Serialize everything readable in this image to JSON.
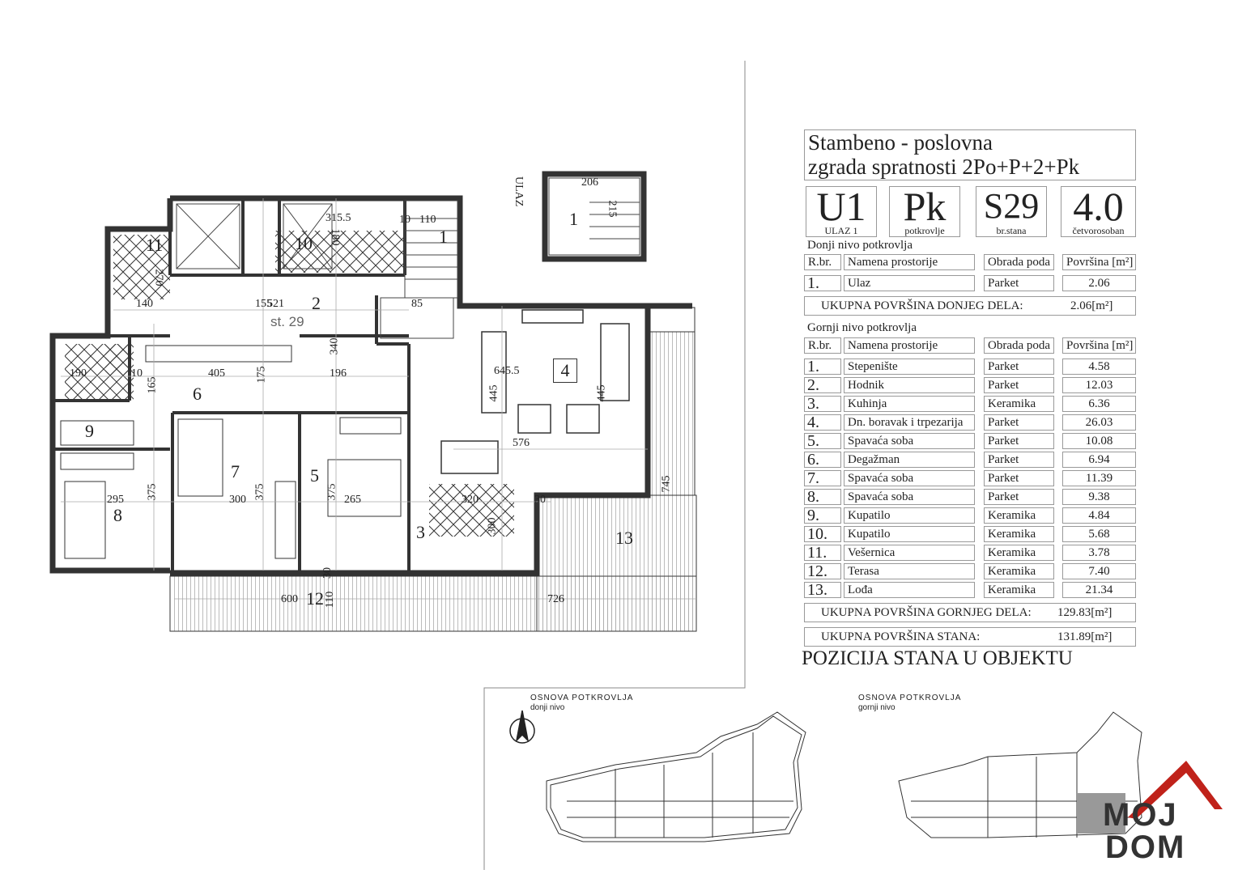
{
  "header": {
    "title_line1": "Stambeno - poslovna",
    "title_line2": "zgrada spratnosti 2Po+P+2+Pk"
  },
  "codes": [
    {
      "value": "U1",
      "sub": "ULAZ 1"
    },
    {
      "value": "Pk",
      "sub": "potkrovlje"
    },
    {
      "value": "S29",
      "sub": "br.stana"
    },
    {
      "value": "4.0",
      "sub": "četvorosoban"
    }
  ],
  "lower_level": {
    "title": "Donji nivo potkrovlja",
    "headers": [
      "R.br.",
      "Namena prostorije",
      "Obrada poda",
      "Površina [m²]"
    ],
    "rows": [
      {
        "no": "1.",
        "name": "Ulaz",
        "floor": "Parket",
        "area": "2.06"
      }
    ],
    "total_label": "UKUPNA POVRŠINA DONJEG DELA:",
    "total_value": "2.06[m²]"
  },
  "upper_level": {
    "title": "Gornji nivo potkrovlja",
    "headers": [
      "R.br.",
      "Namena prostorije",
      "Obrada poda",
      "Površina [m²]"
    ],
    "rows": [
      {
        "no": "1.",
        "name": "Stepenište",
        "floor": "Parket",
        "area": "4.58"
      },
      {
        "no": "2.",
        "name": "Hodnik",
        "floor": "Parket",
        "area": "12.03"
      },
      {
        "no": "3.",
        "name": "Kuhinja",
        "floor": "Keramika",
        "area": "6.36"
      },
      {
        "no": "4.",
        "name": "Dn. boravak i trpezarija",
        "floor": "Parket",
        "area": "26.03"
      },
      {
        "no": "5.",
        "name": "Spavaća soba",
        "floor": "Parket",
        "area": "10.08"
      },
      {
        "no": "6.",
        "name": "Degažman",
        "floor": "Parket",
        "area": "6.94"
      },
      {
        "no": "7.",
        "name": "Spavaća soba",
        "floor": "Parket",
        "area": "11.39"
      },
      {
        "no": "8.",
        "name": "Spavaća soba",
        "floor": "Parket",
        "area": "9.38"
      },
      {
        "no": "9.",
        "name": "Kupatilo",
        "floor": "Keramika",
        "area": "4.84"
      },
      {
        "no": "10.",
        "name": "Kupatilo",
        "floor": "Keramika",
        "area": "5.68"
      },
      {
        "no": "11.",
        "name": "Vešernica",
        "floor": "Keramika",
        "area": "3.78"
      },
      {
        "no": "12.",
        "name": "Terasa",
        "floor": "Keramika",
        "area": "7.40"
      },
      {
        "no": "13.",
        "name": "Lođa",
        "floor": "Keramika",
        "area": "21.34"
      }
    ],
    "total_label": "UKUPNA POVRŠINA GORNJEG DELA:",
    "total_value": "129.83[m²]"
  },
  "apartment_total": {
    "label": "UKUPNA POVRŠINA STANA:",
    "value": "131.89[m²]"
  },
  "position": {
    "title": "POZICIJA STANA U OBJEKTU",
    "plan_left_title": "OSNOVA POTKROVLJA",
    "plan_left_sub": "donji nivo",
    "plan_right_title": "OSNOVA POTKROVLJA",
    "plan_right_sub": "gornji nivo"
  },
  "floorplan": {
    "entry_label": "ULAZ",
    "apartment_tag": "st. 29",
    "rooms": [
      "1",
      "1",
      "2",
      "3",
      "4",
      "5",
      "6",
      "7",
      "8",
      "9",
      "10",
      "11",
      "12",
      "13"
    ],
    "dimensions": [
      "206",
      "215",
      "315.5",
      "180",
      "110",
      "10",
      "270",
      "140",
      "155",
      "521",
      "340",
      "85",
      "645.5",
      "445",
      "445",
      "190",
      "10",
      "165",
      "405",
      "175",
      "196",
      "576",
      "295",
      "375",
      "300",
      "375",
      "375",
      "265",
      "320",
      "300",
      "30",
      "745",
      "600",
      "110",
      "726",
      "30"
    ]
  },
  "logo": {
    "line1": "MOJ",
    "line2": "DOM"
  }
}
